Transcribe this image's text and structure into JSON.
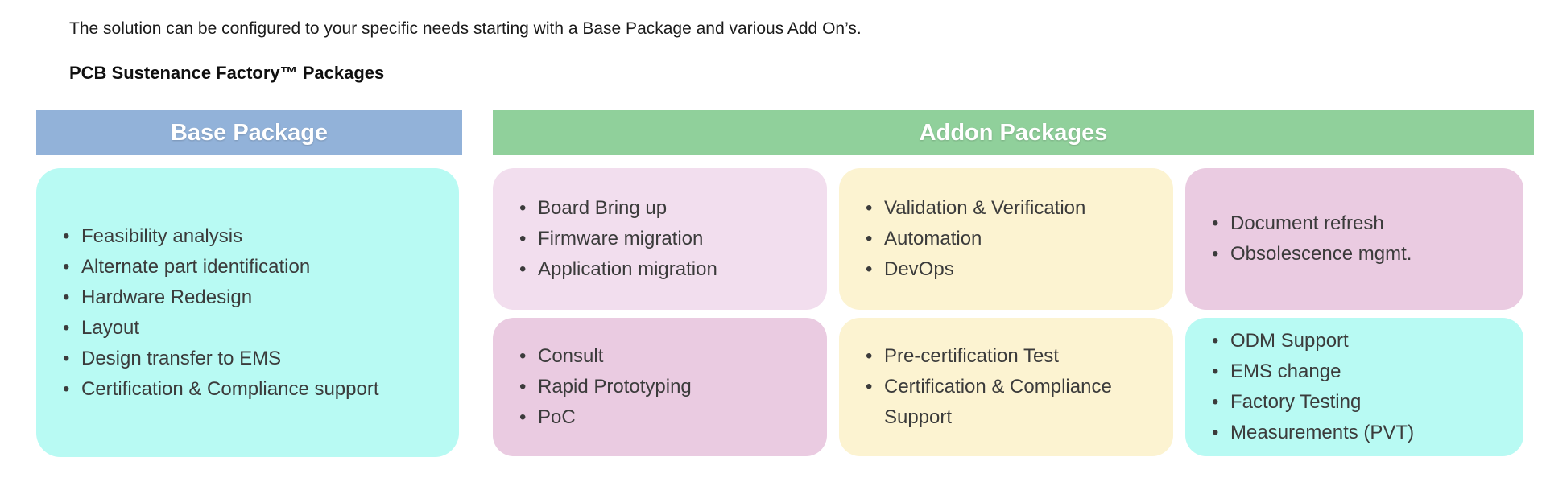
{
  "slide": {
    "intro": "The solution can be configured to your specific needs starting with a Base Package and various Add On’s.",
    "title": "PCB Sustenance Factory™ Packages"
  },
  "colors": {
    "base_header_bg": "#92B2D9",
    "addon_header_bg": "#90D09B",
    "cyan_box_bg": "#B8FAF3",
    "light_pink_box_bg": "#F2DEEE",
    "medium_pink_box_bg": "#EACBE1",
    "yellow_box_bg": "#FCF3D1",
    "header_text": "#FFFFFF",
    "body_text": "#3B3B3B"
  },
  "base_package": {
    "header": "Base Package",
    "items": [
      "Feasibility analysis",
      "Alternate part identification",
      "Hardware Redesign",
      "Layout",
      "Design transfer to EMS",
      "Certification & Compliance support"
    ]
  },
  "addon_packages": {
    "header": "Addon Packages",
    "boxes": [
      {
        "id": "board-bringup",
        "items": [
          "Board Bring up",
          "Firmware migration",
          "Application migration"
        ]
      },
      {
        "id": "validation-devops",
        "items": [
          "Validation & Verification",
          "Automation",
          "DevOps"
        ]
      },
      {
        "id": "document-obsolescence",
        "items": [
          "Document refresh",
          "Obsolescence mgmt."
        ]
      },
      {
        "id": "consult-prototyping",
        "items": [
          "Consult",
          "Rapid Prototyping",
          "PoC"
        ]
      },
      {
        "id": "certification-test",
        "items": [
          "Pre-certification Test",
          "Certification & Compliance Support"
        ]
      },
      {
        "id": "factory-odm",
        "items": [
          "ODM Support",
          "EMS change",
          "Factory Testing",
          "Measurements (PVT)"
        ]
      }
    ]
  }
}
